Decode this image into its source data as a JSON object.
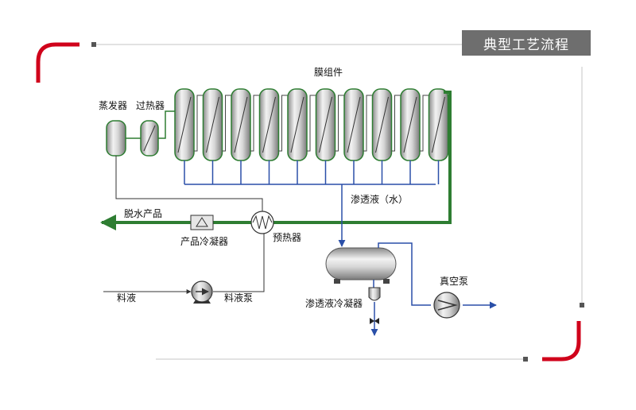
{
  "title": "典型工艺流程",
  "labels": {
    "membrane": "膜组件",
    "evaporator": "蒸发器",
    "superheater": "过热器",
    "permeate_water": "渗透液（水）",
    "dehydrated_product": "脱水产品",
    "product_condenser": "产品冷凝器",
    "preheater": "预热器",
    "feed": "料液",
    "feed_pump": "料液泵",
    "permeate_condenser": "渗透液冷凝器",
    "vacuum_pump": "真空泵"
  },
  "colors": {
    "retentate_line": "#2e7d32",
    "permeate_line": "#2a4fa8",
    "process_line": "#333333",
    "frame_accent": "#d0021b",
    "title_bg": "#6e6e6e"
  }
}
